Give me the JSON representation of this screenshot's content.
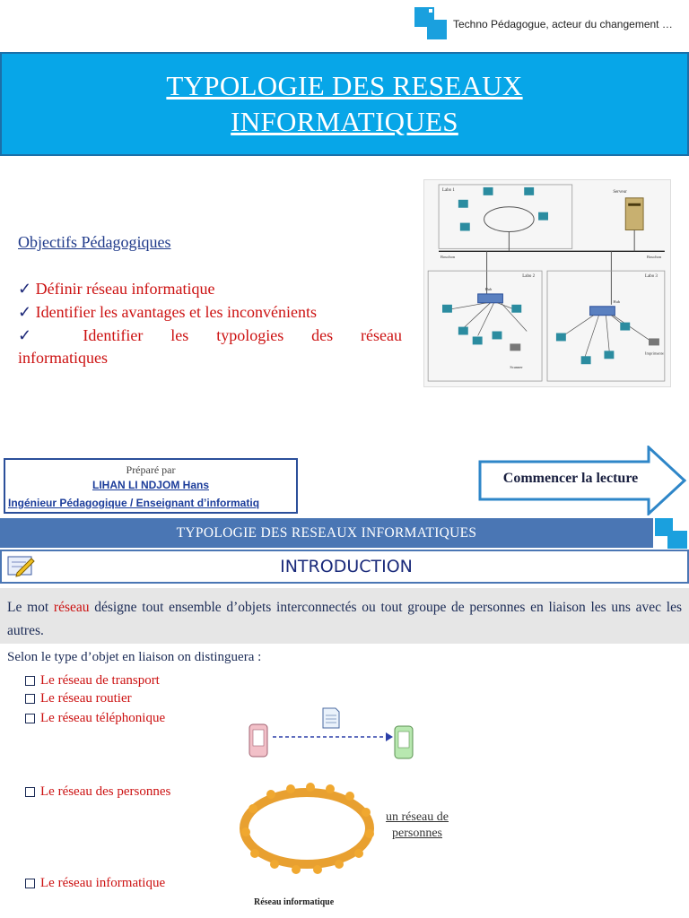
{
  "header": {
    "tagline": "Techno Pédagogue, acteur du changement …"
  },
  "slide1": {
    "title_line1": "TYPOLOGIE DES RESEAUX",
    "title_line2": "INFORMATIQUES",
    "objectives_heading": "Objectifs Pédagogiques",
    "check_glyph": "✓",
    "objectives": [
      "Définir réseau informatique",
      "Identifier les avantages et les inconvénients",
      "Identifier les typologies des réseau",
      "informatiques"
    ],
    "prepared_by": "Préparé par",
    "author_name": "LIHAN LI NDJOM Hans",
    "author_role": "Ingénieur Pédagogique / Enseignant d’informatiq",
    "start_button": "Commencer la lecture",
    "diagram_labels": {
      "lab1": "Labo 1",
      "lab2": "Labo 2",
      "lab3": "Labo 3",
      "server": "Serveur",
      "bouchon": "Bouchon",
      "hub": "Hub",
      "scanner": "Scanner",
      "printer": "Imprimante"
    }
  },
  "slide2": {
    "bar_title": "TYPOLOGIE DES RESEAUX INFORMATIQUES",
    "section_title": "INTRODUCTION",
    "definition_prefix": "Le mot ",
    "definition_keyword": "réseau",
    "definition_rest": " désigne tout ensemble d’objets interconnectés ou tout groupe de personnes en liaison les uns avec les autres.",
    "intro_sentence": "Selon le type d’objet en liaison on distinguera :",
    "types": [
      "Le réseau de transport",
      "Le réseau routier",
      "Le réseau téléphonique",
      "Le réseau des personnes",
      "Le réseau informatique"
    ],
    "people_caption_line1": "un réseau de",
    "people_caption_line2": "personnes",
    "network_caption": "Réseau informatique"
  },
  "colors": {
    "banner": "#07a6e8",
    "bar": "#4a76b4",
    "accent_red": "#cc1111",
    "navy": "#1a2a55"
  }
}
